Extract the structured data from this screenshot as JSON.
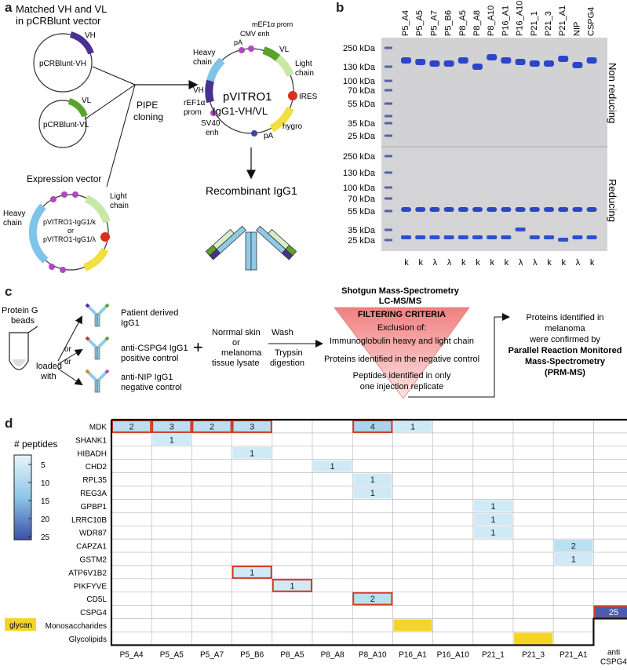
{
  "panels": {
    "a": "a",
    "b": "b",
    "c": "c",
    "d": "d"
  },
  "panel_a": {
    "title_line1": "Matched VH and VL",
    "title_line2": "in pCRBlunt vector",
    "vh_label": "VH",
    "vl_label": "VL",
    "plasmid_vh": "pCRBlunt-VH",
    "plasmid_vl": "pCRBlunt-VL",
    "pipe_line1": "PIPE",
    "pipe_line2": "cloning",
    "expression_vector": "Expression vector",
    "heavy_chain_1": "Heavy",
    "heavy_chain_2": "chain",
    "light_chain_1": "Light",
    "light_chain_2": "chain",
    "ev_name_1": "pVITRO1-IgG1/k",
    "ev_name_or": "or",
    "ev_name_2": "pVITRO1-IgG1/λ",
    "pv_name_1": "pVITRO1",
    "pv_name_2": "IgG1-VH/VL",
    "mef1a": "mEF1α prom",
    "cmv": "CMV enh",
    "pa1": "pA",
    "pv_heavy_1": "Heavy",
    "pv_heavy_2": "chain",
    "pv_vl": "VL",
    "pv_light_1": "Light",
    "pv_light_2": "chain",
    "pv_vh": "VH",
    "ref1a_1": "rEF1α",
    "ref1a_2": "prom",
    "sv40_1": "SV40",
    "sv40_2": "enh",
    "ires": "IRES",
    "hygro": "hygro",
    "pa2": "pA",
    "recombinant": "Recombinant IgG1"
  },
  "panel_b": {
    "lanes": [
      "P5_A4",
      "P5_A5",
      "P5_A7",
      "P5_B6",
      "P8_A5",
      "P8_A8",
      "P8_A10",
      "P16_A1",
      "P16_A10",
      "P21_1",
      "P21_3",
      "P21_A1",
      "NIP",
      "CSPG4"
    ],
    "light_types": [
      "k",
      "k",
      "λ",
      "λ",
      "k",
      "k",
      "k",
      "k",
      "λ",
      "λ",
      "k",
      "k",
      "λ",
      "k"
    ],
    "markers_nr": [
      "250 kDa",
      "130 kDa",
      "100 kDa",
      "70 kDa",
      "55 kDa",
      "35 kDa",
      "25 kDa"
    ],
    "markers_r": [
      "250 kDa",
      "130 kDa",
      "100 kDa",
      "70 kDa",
      "55 kDa",
      "35 kDa",
      "25 kDa"
    ],
    "non_reducing": "Non reducing",
    "reducing": "Reducing"
  },
  "panel_c": {
    "beads_1": "Protein G",
    "beads_2": "beads",
    "loaded_1": "loaded",
    "loaded_2": "with",
    "or": "or",
    "patient_1": "Patient derived",
    "patient_2": "IgG1",
    "cspg4_1": "anti-CSPG4 IgG1",
    "cspg4_2": "positive control",
    "nip_1": "anti-NIP IgG1",
    "nip_2": "negative control",
    "plus": "+",
    "tissue_1": "Norrmal skin",
    "tissue_2": "or",
    "tissue_3": "melanoma",
    "tissue_4": "tissue lysate",
    "wash": "Wash",
    "trypsin_1": "Trypsin",
    "trypsin_2": "digestion",
    "shotgun_1": "Shotgun Mass-Spectrometry",
    "shotgun_2": "LC-MS/MS",
    "filter_title": "FILTERING CRITERIA",
    "exclusion": "Exclusion of:",
    "crit1": "Immunoglobulin heavy and light chain",
    "crit2": "Proteins identified in the negative control",
    "crit3_1": "Peptides identified in only",
    "crit3_2": "one injection replicate",
    "result_1": "Proteins identified in",
    "result_2": "melanoma",
    "result_3": "were confirmed by",
    "result_4": "Parallel Reaction Monitored",
    "result_5": "Mass-Spectrometry",
    "result_6": "(PRM-MS)"
  },
  "panel_d": {
    "legend_title": "# peptides",
    "legend_ticks": [
      "5",
      "10",
      "15",
      "20",
      "25"
    ],
    "glycan": "glycan",
    "columns": [
      "P5_A4",
      "P5_A5",
      "P5_A7",
      "P5_B6",
      "P8_A5",
      "P8_A8",
      "P8_A10",
      "P16_A1",
      "P16_A10",
      "P21_1",
      "P21_3",
      "P21_A1"
    ],
    "last_col_1": "anti",
    "last_col_2": "CSPG4",
    "rows": [
      "MDK",
      "SHANK1",
      "HIBADH",
      "CHD2",
      "RPL35",
      "REG3A",
      "GPBP1",
      "LRRC10B",
      "WDR87",
      "CAPZA1",
      "GSTM2",
      "ATP6V1B2",
      "PIKFYVE",
      "CD5L",
      "CSPG4",
      "Monosaccharides",
      "Glycolipids"
    ],
    "cells": [
      {
        "r": 0,
        "c": 0,
        "v": "2",
        "box": true
      },
      {
        "r": 0,
        "c": 1,
        "v": "3",
        "box": true
      },
      {
        "r": 0,
        "c": 2,
        "v": "2",
        "box": true
      },
      {
        "r": 0,
        "c": 3,
        "v": "3",
        "box": true
      },
      {
        "r": 0,
        "c": 6,
        "v": "4",
        "box": true
      },
      {
        "r": 0,
        "c": 7,
        "v": "1",
        "box": false
      },
      {
        "r": 1,
        "c": 1,
        "v": "1",
        "box": false
      },
      {
        "r": 2,
        "c": 3,
        "v": "1",
        "box": false
      },
      {
        "r": 3,
        "c": 5,
        "v": "1",
        "box": false
      },
      {
        "r": 4,
        "c": 6,
        "v": "1",
        "box": false
      },
      {
        "r": 5,
        "c": 6,
        "v": "1",
        "box": false
      },
      {
        "r": 6,
        "c": 9,
        "v": "1",
        "box": false
      },
      {
        "r": 7,
        "c": 9,
        "v": "1",
        "box": false
      },
      {
        "r": 8,
        "c": 9,
        "v": "1",
        "box": false
      },
      {
        "r": 9,
        "c": 11,
        "v": "2",
        "box": false
      },
      {
        "r": 10,
        "c": 11,
        "v": "1",
        "box": false
      },
      {
        "r": 11,
        "c": 3,
        "v": "1",
        "box": true
      },
      {
        "r": 12,
        "c": 4,
        "v": "1",
        "box": true
      },
      {
        "r": 13,
        "c": 6,
        "v": "2",
        "box": true
      },
      {
        "r": 14,
        "c": 12,
        "v": "25",
        "box": true
      }
    ],
    "glycan_cells": [
      {
        "r": 15,
        "c": 7
      },
      {
        "r": 16,
        "c": 10
      }
    ]
  }
}
